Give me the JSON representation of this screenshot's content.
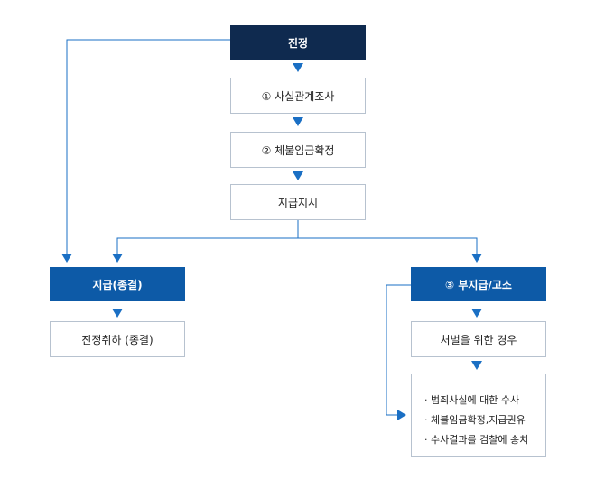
{
  "nodes": {
    "petition": "진정",
    "step1": "① 사실관계조사",
    "step2": "② 체불임금확정",
    "payment_order": "지급지시",
    "payment_closed": "지급(종결)",
    "withdrawal": "진정취하 (종결)",
    "non_payment": "③ 부지급/고소",
    "punishment": "처벌을 위한 경우"
  },
  "actions": [
    "범죄사실에 대한 수사",
    "체불임금확정,지급권유",
    "수사결과를 검찰에 송치"
  ],
  "colors": {
    "navy": "#0f2a4f",
    "blue": "#0d5aa7",
    "arrow": "#1a6fc4",
    "border": "#b7c2cf"
  }
}
